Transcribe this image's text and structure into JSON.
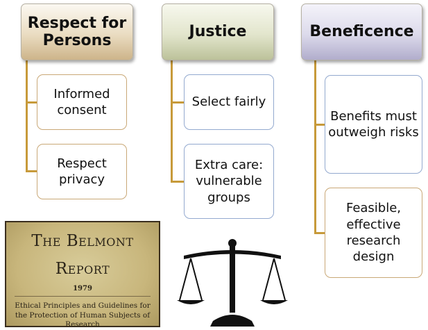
{
  "principles": [
    {
      "title": "Respect for Persons",
      "items": [
        "Informed consent",
        "Respect privacy"
      ]
    },
    {
      "title": "Justice",
      "items": [
        "Select fairly",
        "Extra care: vulnerable groups"
      ]
    },
    {
      "title": "Beneficence",
      "items": [
        "Benefits must outweigh risks",
        "Feasible, effective research design"
      ]
    }
  ],
  "belmont_report": {
    "title_line1": "The Belmont",
    "title_line2": "Report",
    "year": "1979",
    "subtitle": "Ethical Principles and Guidelines for the Protection of Human Subjects of Research"
  },
  "colors": {
    "connector": "#c79a3a",
    "respect_header": "#e5d6b8",
    "justice_header": "#dfe2c7",
    "beneficence_header": "#d8d6e8"
  },
  "icons": {
    "scales": "scales-of-justice-icon"
  }
}
